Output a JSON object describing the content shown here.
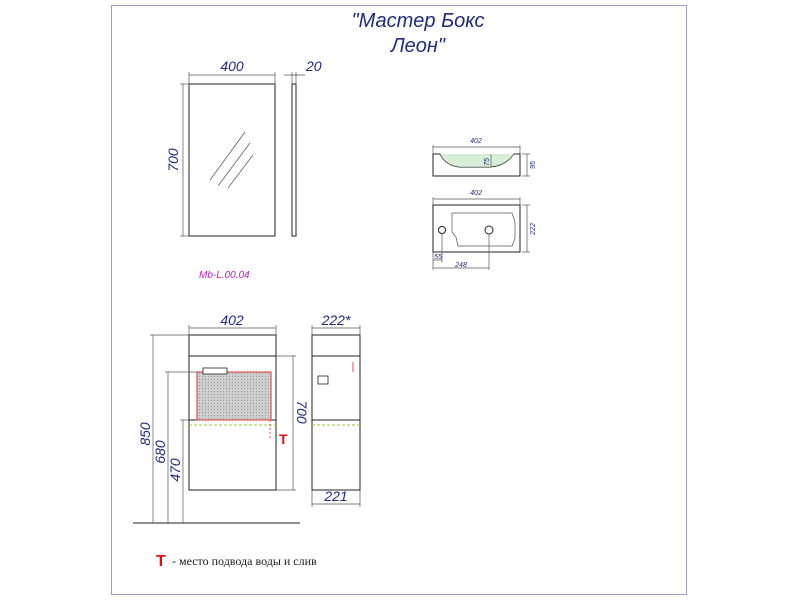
{
  "title": {
    "line1": "\"Мастер Бокс",
    "line2": "Леон\""
  },
  "mirror": {
    "width": "400",
    "depth": "20",
    "height": "700",
    "code": "Mb-L.00.04"
  },
  "basin": {
    "top_width": "402",
    "top_height_inner": "75",
    "top_height_outer": "95",
    "plan_width": "402",
    "plan_depth": "222",
    "hole_offset": "55",
    "drain_offset": "248"
  },
  "cabinet": {
    "width": "402",
    "side_depth_top": "222*",
    "side_depth_bottom": "221",
    "height_850": "850",
    "height_680": "680",
    "height_470": "470",
    "height_700": "700",
    "t_marker": "T"
  },
  "legend": {
    "marker": "T",
    "text": "- место подвода воды и слив"
  }
}
